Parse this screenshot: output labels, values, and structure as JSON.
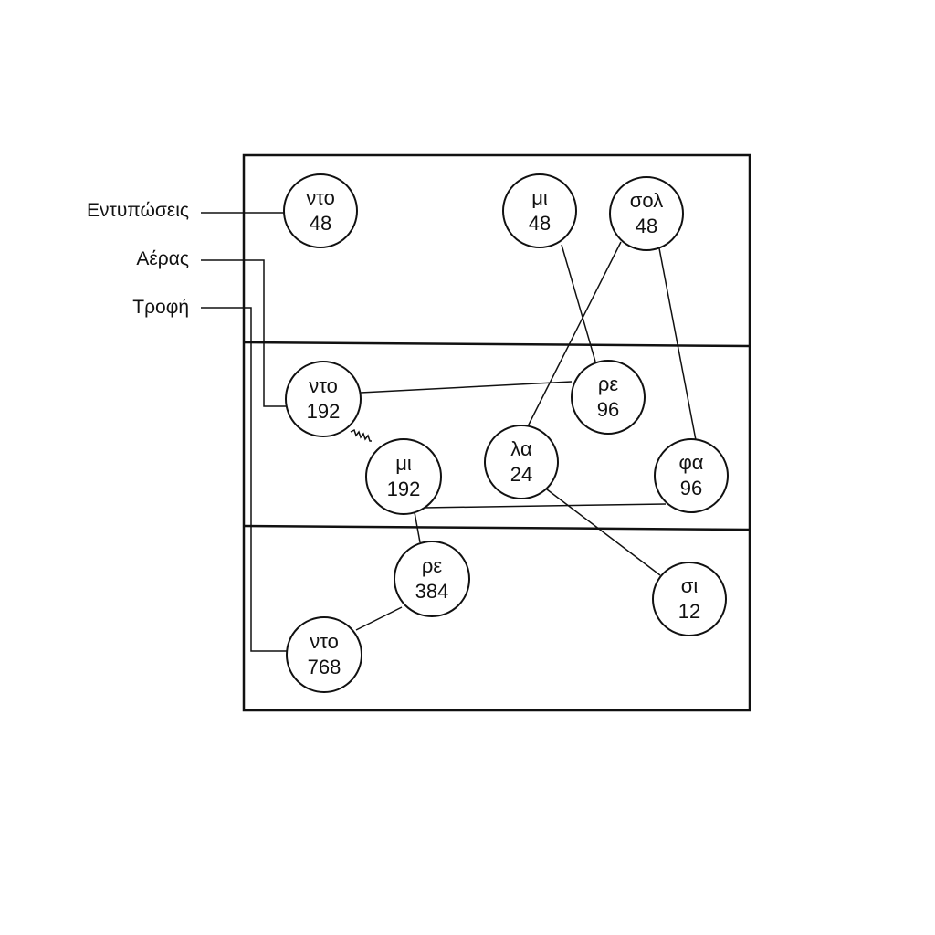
{
  "inputs": [
    {
      "id": "impressions",
      "label": "Εντυπώσεις"
    },
    {
      "id": "air",
      "label": "Αέρας"
    },
    {
      "id": "food",
      "label": "Τροφή"
    }
  ],
  "nodes": [
    {
      "id": "n1",
      "note": "ντο",
      "value": "48"
    },
    {
      "id": "n2",
      "note": "μι",
      "value": "48"
    },
    {
      "id": "n3",
      "note": "σολ",
      "value": "48"
    },
    {
      "id": "n4",
      "note": "ντο",
      "value": "192"
    },
    {
      "id": "n5",
      "note": "ρε",
      "value": "96"
    },
    {
      "id": "n6",
      "note": "μι",
      "value": "192"
    },
    {
      "id": "n7",
      "note": "λα",
      "value": "24"
    },
    {
      "id": "n8",
      "note": "φα",
      "value": "96"
    },
    {
      "id": "n9",
      "note": "ρε",
      "value": "384"
    },
    {
      "id": "n10",
      "note": "σι",
      "value": "12"
    },
    {
      "id": "n11",
      "note": "ντο",
      "value": "768"
    }
  ]
}
